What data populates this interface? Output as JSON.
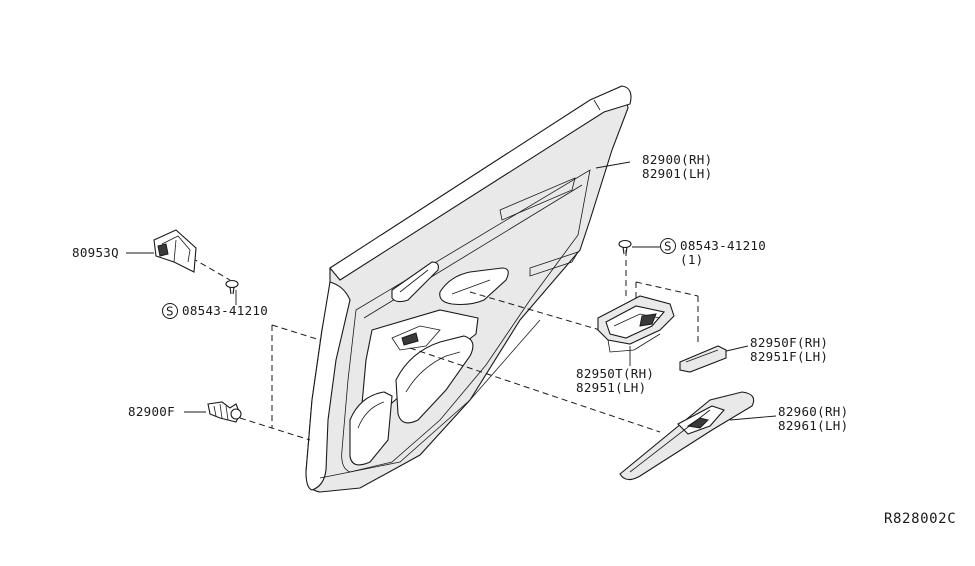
{
  "diagram": {
    "reference_code": "R828002C",
    "screw_symbol": "S",
    "callouts": {
      "trim_panel": {
        "rh": "82900(RH)",
        "lh": "82901(LH)"
      },
      "bracket": {
        "part": "80953Q"
      },
      "screw_lower": {
        "part": "08543-41210"
      },
      "screw_upper": {
        "part": "08543-41210",
        "qty": "(1)"
      },
      "switch_finisher": {
        "rh": "82950T(RH)",
        "lh": "82951(LH)"
      },
      "cover": {
        "rh": "82950F(RH)",
        "lh": "82951F(LH)"
      },
      "clip": {
        "part": "82900F"
      },
      "armrest_finisher": {
        "rh": "82960(RH)",
        "lh": "82961(LH)"
      }
    }
  }
}
